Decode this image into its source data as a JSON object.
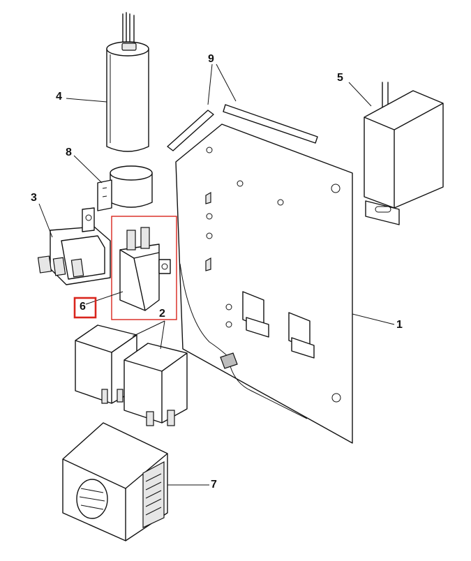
{
  "diagram": {
    "callouts": [
      {
        "id": "1",
        "text": "1"
      },
      {
        "id": "2",
        "text": "2"
      },
      {
        "id": "3",
        "text": "3"
      },
      {
        "id": "4",
        "text": "4"
      },
      {
        "id": "5",
        "text": "5"
      },
      {
        "id": "6",
        "text": "6"
      },
      {
        "id": "7",
        "text": "7"
      },
      {
        "id": "8",
        "text": "8"
      },
      {
        "id": "9",
        "text": "9"
      }
    ],
    "highlighted_callout": "6",
    "colors": {
      "ink": "#111111",
      "highlight": "#d9251d",
      "background": "#ffffff"
    }
  }
}
